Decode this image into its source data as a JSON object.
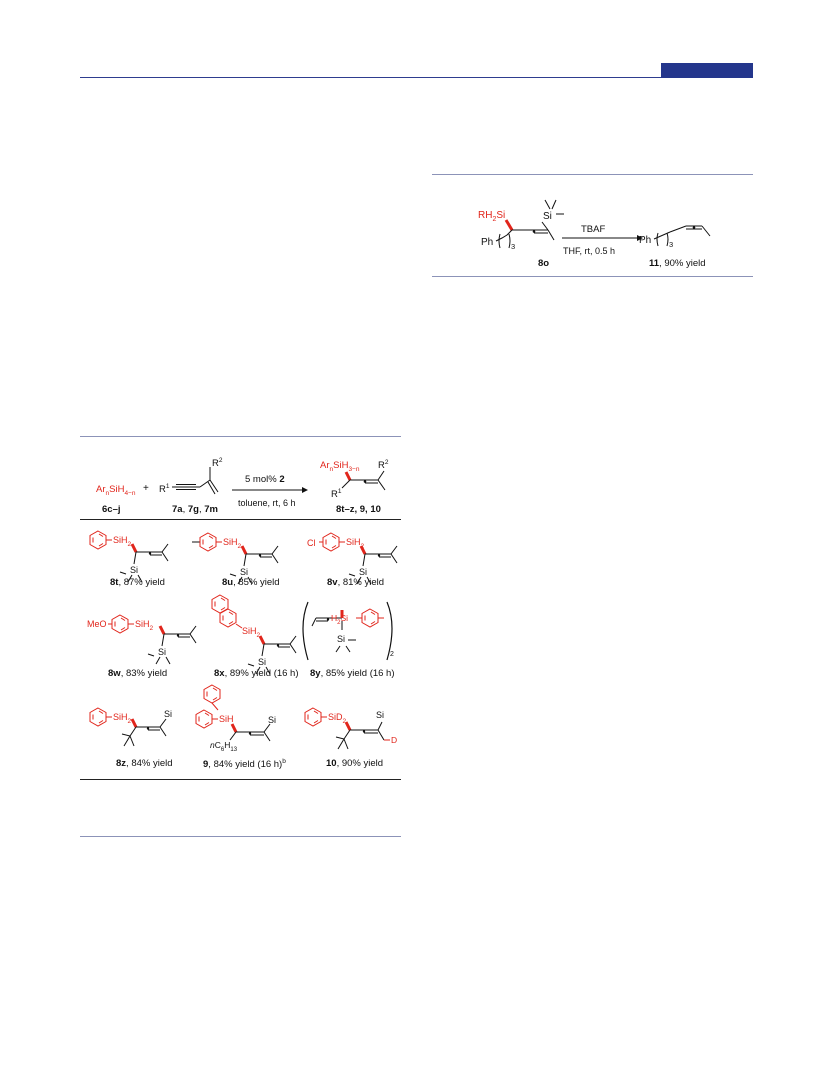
{
  "colors": {
    "accent": "#24368c",
    "red": "#e1251b",
    "rule": "#8c93b8",
    "ink": "#111111"
  },
  "scheme_right": {
    "substrate_sub": "RH",
    "substrate_si": "Si",
    "substrate_sub2": "2",
    "si_top": "Si",
    "ph_label": "Ph",
    "ph_sub": "3",
    "reagent": "TBAF",
    "conditions": "THF, rt, 0.5 h",
    "sm_id": "8o",
    "product_id": "11",
    "product_yield": ", 90% yield"
  },
  "scheme_left": {
    "silane_ar": "Ar",
    "silane_n": "n",
    "silane_si": "SiH",
    "silane_sub": "4−n",
    "plus": "+",
    "r1": "R",
    "r1_sup": "1",
    "r2": "R",
    "r2_sup": "2",
    "catalyst": "5 mol%",
    "catalyst_id": "2",
    "conditions": "toluene, rt, 6 h",
    "silane_ids": "6c–j",
    "enyne_ids_a": "7a",
    "enyne_ids_sep1": ", ",
    "enyne_ids_b": "7g",
    "enyne_ids_sep2": ", ",
    "enyne_ids_c": "7m",
    "product_ar": "Ar",
    "product_n": "n",
    "product_si": "SiH",
    "product_sub": "3−n",
    "product_ids": "8t–z, 9, 10",
    "products": [
      {
        "id": "8t",
        "text": ", 87% yield"
      },
      {
        "id": "8u",
        "text": ", 85% yield"
      },
      {
        "id": "8v",
        "text": ", 81% yield"
      },
      {
        "id": "8w",
        "text": ", 83% yield"
      },
      {
        "id": "8x",
        "text": ", 89% yield (16 h)"
      },
      {
        "id": "8y",
        "text": ", 85% yield (16 h)"
      },
      {
        "id": "8z",
        "text": ", 84% yield"
      },
      {
        "id": "9",
        "text": ", 84% yield (16 h)",
        "sup": "b"
      },
      {
        "id": "10",
        "text": ", 90% yield"
      }
    ],
    "labels": {
      "sih2": "SiH",
      "two": "2",
      "si": "Si",
      "sih": "SiH",
      "sid2": "SiD",
      "d": "D",
      "cl": "Cl",
      "meo": "MeO",
      "h2si": "H",
      "h2si_si": "Si",
      "nc6h13_n": "n",
      "nc6h13_c": "C",
      "nc6h13_6": "6",
      "nc6h13_h": "H",
      "nc6h13_13": "13"
    }
  }
}
